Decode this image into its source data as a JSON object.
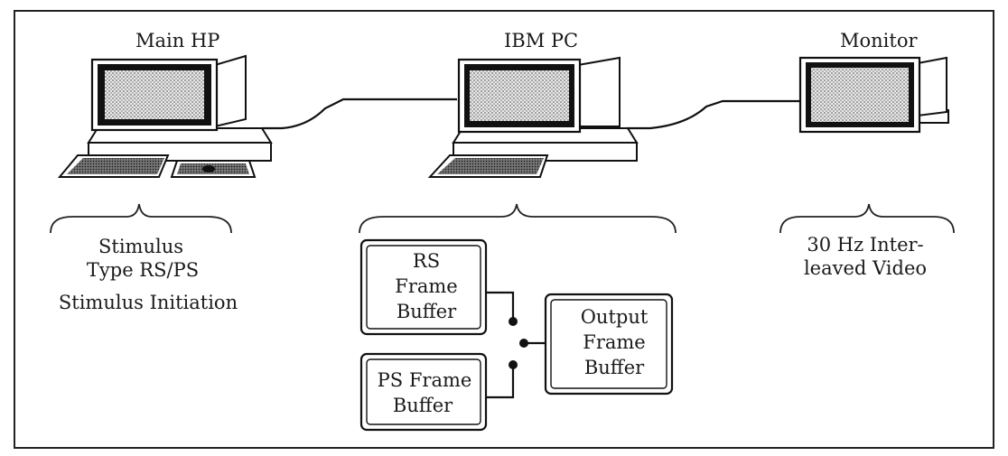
{
  "devices": {
    "main_hp": {
      "title": "Main HP"
    },
    "ibm_pc": {
      "title": "IBM PC"
    },
    "monitor": {
      "title": "Monitor"
    }
  },
  "captions": {
    "main_hp": {
      "line1": "Stimulus",
      "line2": "Type RS/PS",
      "line3": "Stimulus Initiation"
    },
    "monitor": {
      "line1": "30 Hz Inter-",
      "line2": "leaved Video"
    }
  },
  "buffers": {
    "rs": {
      "line1": "RS",
      "line2": "Frame",
      "line3": "Buffer"
    },
    "ps": {
      "line1": "PS Frame",
      "line2": "Buffer"
    },
    "output": {
      "line1": "Output",
      "line2": "Frame",
      "line3": "Buffer"
    }
  }
}
